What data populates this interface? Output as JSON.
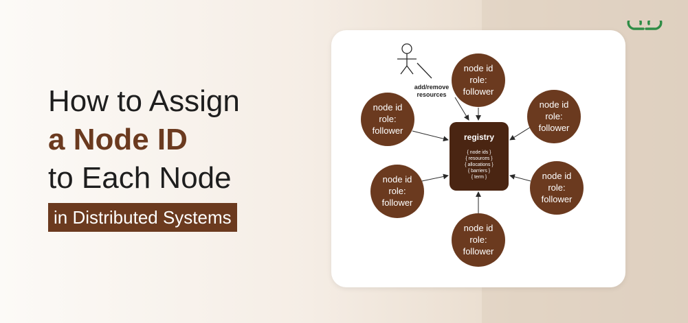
{
  "title": {
    "line1": "How to Assign",
    "line2": "a Node ID",
    "line3": "to Each Node",
    "band": "in Distributed Systems"
  },
  "colors": {
    "accent": "#6b3a1f",
    "node_fill": "#6b3a1f",
    "registry_fill": "#4a2512",
    "logo_green": "#2f8d46"
  },
  "logo": {
    "icon": "geeksforgeeks-logo-icon"
  },
  "actor": {
    "icon": "stick-figure-user-icon"
  },
  "diagram": {
    "edge_label_line1": "add/remove",
    "edge_label_line2": "resources",
    "registry": {
      "title": "registry",
      "fields": [
        "{ node ids }",
        "{ resources }",
        "{ allocations }",
        "{ barriers }",
        "{ term }"
      ]
    },
    "nodes": [
      {
        "id": "top",
        "lines": [
          "node id",
          "role:",
          "follower"
        ]
      },
      {
        "id": "upper-left",
        "lines": [
          "node id",
          "role:",
          "follower"
        ]
      },
      {
        "id": "upper-right",
        "lines": [
          "node id",
          "role:",
          "follower"
        ]
      },
      {
        "id": "lower-left",
        "lines": [
          "node id",
          "role:",
          "follower"
        ]
      },
      {
        "id": "lower-right",
        "lines": [
          "node id",
          "role:",
          "follower"
        ]
      },
      {
        "id": "bottom",
        "lines": [
          "node id",
          "role:",
          "follower"
        ]
      }
    ]
  }
}
